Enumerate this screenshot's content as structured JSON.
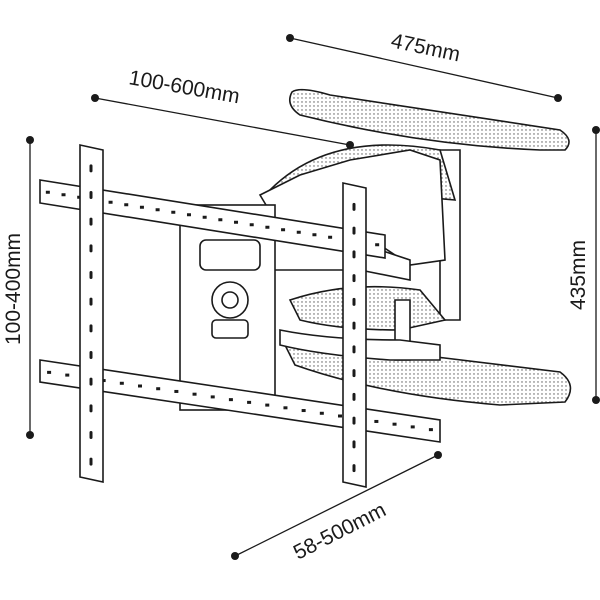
{
  "dimensions": {
    "arm_extension": "475mm",
    "horizontal_vesa": "100-600mm",
    "vertical_vesa": "100-400mm",
    "wall_plate_height": "435mm",
    "wall_distance": "58-500mm"
  },
  "colors": {
    "line": "#1a1a1a",
    "background": "#ffffff"
  }
}
